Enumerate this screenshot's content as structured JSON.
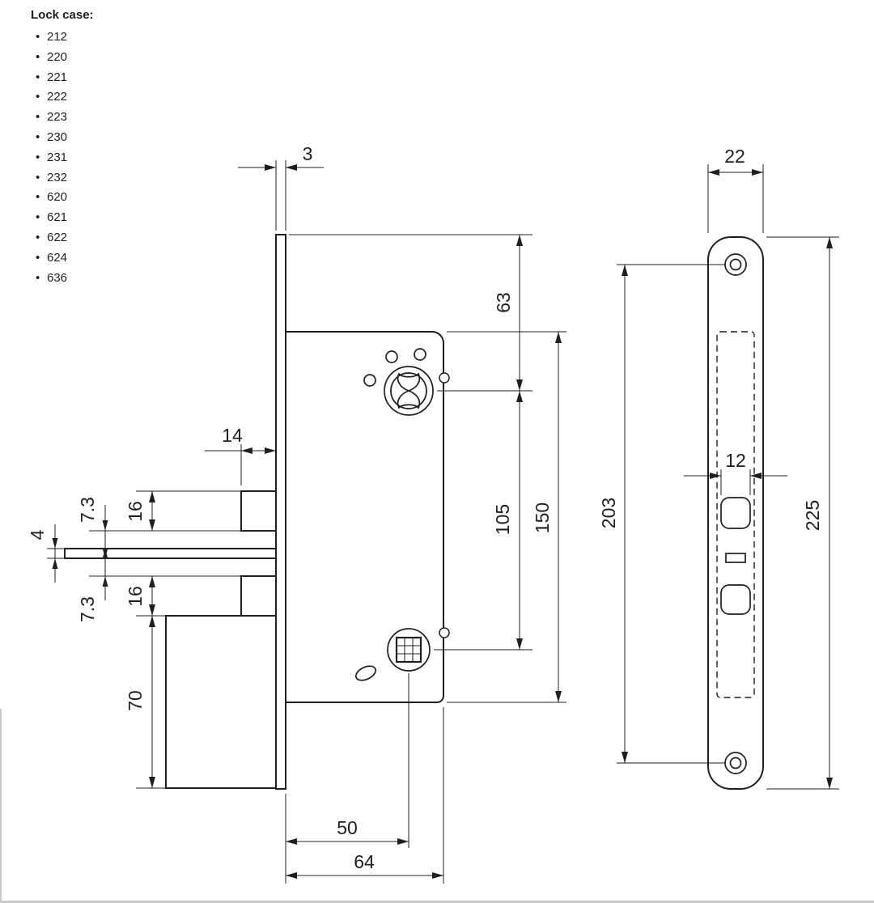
{
  "page": {
    "background": "#ffffff",
    "line_color": "#1f1f1f"
  },
  "lock_case": {
    "title": "Lock case:",
    "items": [
      "212",
      "220",
      "221",
      "222",
      "223",
      "230",
      "231",
      "232",
      "620",
      "621",
      "622",
      "624",
      "636"
    ]
  },
  "side_view": {
    "dims": {
      "plate_thickness": "3",
      "latch_depth": "14",
      "gap_top": "7.3",
      "latch_height_top": "16",
      "strip_thickness": "4",
      "gap_bottom": "7.3",
      "latch_height_bottom": "16",
      "lower_block_height": "70",
      "plate_top_to_cylinder": "63",
      "cylinder_to_spindle": "105",
      "case_height": "150",
      "backset": "50",
      "case_depth": "64"
    }
  },
  "front_view": {
    "dims": {
      "plate_width": "22",
      "hole_width": "12",
      "screw_center_distance": "203",
      "plate_height": "225"
    }
  }
}
